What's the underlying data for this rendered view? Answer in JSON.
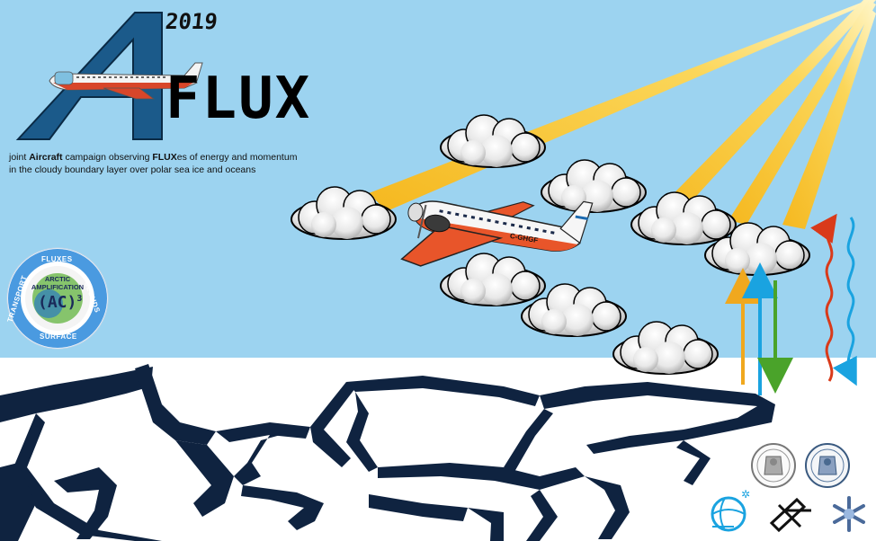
{
  "header": {
    "logo_letter": "A",
    "title_word": "FLUX",
    "year": "2019"
  },
  "tagline": {
    "line1_prefix": "joint ",
    "line1_bold1": "Aircraft",
    "line1_mid": " campaign observing ",
    "line1_bold2": "FLUX",
    "line1_suffix": "es of energy and momentum",
    "line2": "in the cloudy boundary layer over polar sea ice and oceans"
  },
  "ac_badge": {
    "top_label": "FLUXES",
    "left_label": "TRANSPORT",
    "right_label": "CLOUDS",
    "bottom_label": "SURFACE",
    "center_line1": "ARCTIC",
    "center_line2": "AMPLIFICATION",
    "center_symbol": "(AC)",
    "center_sup": "3"
  },
  "aircraft": {
    "registration": "C-GHGF",
    "livery_primary": "#e8552a",
    "livery_secondary": "#ffffff"
  },
  "colors": {
    "sky": "#9cd3f0",
    "ice": "#ffffff",
    "crack": "#0f2340",
    "sunbeam": "#f5b81f",
    "arrow_orange": "#f0a81e",
    "arrow_blue": "#1aa3e0",
    "arrow_green": "#4aa32a",
    "wave_red": "#d93a1a",
    "wave_blue": "#1aa3e0",
    "logo_blue": "#1b5a8a"
  },
  "partner_logos": [
    {
      "name": "uni-seal-left-icon"
    },
    {
      "name": "uni-seal-right-icon"
    },
    {
      "name": "awi-globe-icon"
    },
    {
      "name": "dlr-icon"
    },
    {
      "name": "snowflake-icon"
    }
  ]
}
